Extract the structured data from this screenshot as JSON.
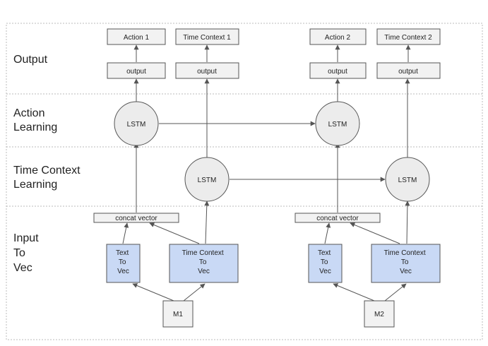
{
  "rows": {
    "output": [
      "Output"
    ],
    "action": [
      "Action",
      "Learning"
    ],
    "time": [
      "Time Context",
      "Learning"
    ],
    "input": [
      "Input",
      "To",
      "Vec"
    ]
  },
  "outputs": {
    "action1": "Action 1",
    "time_context1": "Time Context 1",
    "action2": "Action 2",
    "time_context2": "Time Context 2",
    "output_label": "output"
  },
  "nodes": {
    "lstm": "LSTM",
    "concat": "concat vector",
    "text_to_vec": [
      "Text",
      "To",
      "Vec"
    ],
    "time_context_to_vec": [
      "Time Context",
      "To",
      "Vec"
    ],
    "m1": "M1",
    "m2": "M2"
  },
  "colors": {
    "vec_fill": "#c9d9f5",
    "lstm_fill": "#ececec",
    "box_fill": "#f2f2f2",
    "stroke": "#555555",
    "dash": "#bbbbbb"
  }
}
